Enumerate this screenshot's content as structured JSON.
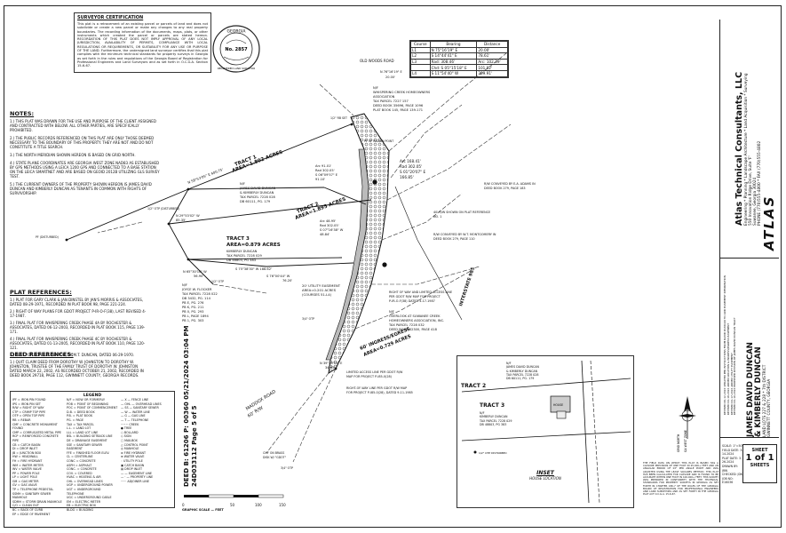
{
  "certificate": {
    "title": "SURVEYOR CERTIFICATION",
    "body": "This plat is a retracement of an existing parcel or parcels of land and does not subdivide or create a new parcel or make any changes to any real property boundaries. The recording information of the documents, maps, plats, or other instruments which created the parcel or parcels are stated hereon. RECORDATION OF THIS PLAT DOES NOT IMPLY APPROVAL OF ANY LOCAL JURISDICTION, AVAILABILITY OF PERMITS, COMPLIANCE WITH LOCAL REGULATIONS OR REQUIREMENTS, OR SUITABILITY FOR ANY USE OR PURPOSE OF THE LAND. Furthermore, the undersigned land surveyor certifies that this plat complies with the minimum technical standards for property surveys in Georgia as set forth in the rules and regulations of the Georgia Board of Registration for Professional Engineers and Land Surveyors and as set forth in O.C.G.A. Section 15-6-67."
  },
  "seal": {
    "top": "GEORGIA",
    "number": "No. 2857",
    "bottom": "REGISTERED LAND SURVEYOR"
  },
  "bearing_table": {
    "headers": [
      "Course",
      "Bearing",
      "Distance"
    ],
    "rows": [
      [
        "L1",
        "N 75°16'19\" E",
        "20.00'"
      ],
      [
        "L2",
        "S 14°44'41\" E",
        "78.61'"
      ],
      [
        "L3",
        "Rad: 308.46'",
        "Arc: 102.39'"
      ],
      [
        "",
        "Chd: S 05°15'18\" E",
        "101.92'"
      ],
      [
        "L4",
        "S 11°54'40\" W",
        "309.91'"
      ]
    ]
  },
  "notes": {
    "title": "NOTES:",
    "items": [
      "1.) THIS PLAT WAS DRAWN FOR THE USE AND PURPOSE OF THE CLIENT ASSIGNED AND CONTRACTED WITH BELOW. ALL OTHER PARTIES, ARE SPECIFICALLY PROHIBITED.",
      "2.) THE PUBLIC RECORDS REFERENCED ON THIS PLAT ARE ONLY THOSE DEEMED NECESSARY TO THE BOUNDARY OF THIS PROPERTY. THEY ARE NOT AND DO NOT CONSTITUTE A TITLE SEARCH.",
      "3.) THE NORTH MERIDIAN SHOWN HEREON IS BASED ON GRID NORTH.",
      "4.) STATE PLANE COORDINATES ARE GEORGIA WEST ZONE NAD83 AS ESTABLISHED BY GPS METHODS USING A LEICA 1200 GPS AND CONNECTED TO A BASE STATION ON THE LEICA SMARTNET AND ARE BASED ON GEOID 2012B UTILIZING GLS SURVEY TEST.",
      "5.) THE CURRENT OWNERS OF THE PROPERTY SHOWN HEREON IS JAMES DAVID DUNCAN AND KIMBERLY DUNCAN AS TENANTS IN COMMON WITH RIGHTS OF SURVIVORSHIP."
    ]
  },
  "plat_refs": {
    "title": "PLAT REFERENCES:",
    "items": [
      "1.) PLAT FOR GARY CLARK & JAN DINSTEL BY JAN'S MORRIS & ASSOCIATES, DATED 08-29-1971, RECORDED IN PLAT BOOK 98, PAGE 221-224.",
      "2.) RIGHT OF WAY PLANS FOR GDOT PROJECT P-IR-O-F(38), LAST REVISED 4-17-1987.",
      "3.) FINAL PLAT FOR WHISPERING CREEK PHASE 4A BY ROCHESTER & ASSOCIATES, DATED 06-12-2003, RECORDED IN PLAT BOOK 115, PAGE 139-171.",
      "4.) FINAL PLAT FOR WHISPERING CREEK PHASE 4C BY ROCHESTER & ASSOCIATES, DATED 01-13-2005, RECORDED IN PLAT BOOK 110, PAGE 120-121.",
      "5.) PLAT FOR DONALD DENTON, BY M.T. DUNCAN, DATED 06-29-1970."
    ]
  },
  "deed_refs": {
    "title": "DEED REFERENCES:",
    "items": [
      "1.) QUIT CLAIM DEED FROM DOROTHY W. JOHNSTON TO DOROTHY W. JOHNSTON, TRUSTEE OF THE FAMILY TRUST OF DOROTHY W. JOHNSTON DATED MARCH 22, 2002, AS RECORDED OCTOBER 21, 2002, RECORDED IN DEED BOOK 29718, PAGE 112, GWINNETT COUNTY, GEORGIA RECORDS."
    ]
  },
  "legend": {
    "title": "LEGEND",
    "col1": [
      "IPF = IRON PIN FOUND",
      "IPS = IRON PIN SET",
      "R/W = RIGHT OF WAY",
      "CTP = CRIMP TOP PIPE",
      "OTP = OPEN TOP PIPE",
      "RB = REBAR",
      "CMF = CONCRETE MONUMENT FOUND",
      "CMP = CORRUGATED METAL PIPE",
      "RCP = REINFORCED CONCRETE PIPE",
      "CB = CATCH BASIN",
      "DI = DROP INLET",
      "JB = JUNCTION BOX",
      "HW = HEADWALL",
      "FH = FIRE HYDRANT",
      "WM = WATER METER",
      "WV = WATER VALVE",
      "PP = POWER POLE",
      "LP = LIGHT POLE",
      "GM = GAS METER",
      "GV = GAS VALVE",
      "TP = TELEPHONE PEDESTAL",
      "SSMH = SANITARY SEWER MANHOLE",
      "SDMH = STORM DRAIN MANHOLE",
      "C/O = CLEAN OUT",
      "BC = BACK OF CURB",
      "EP = EDGE OF PAVEMENT"
    ],
    "col2": [
      "N/F = NOW OR FORMERLY",
      "POB = POINT OF BEGINNING",
      "POC = POINT OF COMMENCEMENT",
      "D.B. = DEED BOOK",
      "P.B. = PLAT BOOK",
      "PG. = PAGE",
      "TAX = TAX PARCEL",
      "L.L. = LAND LOT",
      "LLL = LAND LOT LINE",
      "BSL = BUILDING SETBACK LINE",
      "DE = DRAINAGE EASEMENT",
      "SSE = SANITARY SEWER EASEMENT",
      "FFE = FINISHED FLOOR ELEV.",
      "CL = CENTERLINE",
      "CONC = CONCRETE",
      "ASPH = ASPHALT",
      "CONC. = CONCRETE",
      "COV. = COVERED",
      "HVAC = HEATING & AIR",
      "OHL = OVERHEAD LINES",
      "UGP = UNDERGROUND POWER",
      "UGT = UNDERGROUND TELEPHONE",
      "UGC = UNDERGROUND CABLE",
      "EM = ELECTRIC METER",
      "EB = ELECTRIC BOX",
      "BLDG = BUILDING"
    ],
    "col3": [
      "— X — FENCE LINE",
      "— OHL — OVERHEAD LINES",
      "— SS — SANITARY SEWER",
      "— W — WATER LINE",
      "— G — GAS LINE",
      "— T — TELEPHONE",
      "~~~ CREEK",
      "● TREE",
      "○ BOLLARD",
      "◇ SIGN",
      "□ MAILBOX",
      "△ CONTROL POINT",
      "◎ MANHOLE",
      "⊗ FIRE HYDRANT",
      "⊕ WATER VALVE",
      "◦ UTILITY POLE",
      "▣ CATCH BASIN",
      "▤ DROP INLET",
      "— — EASEMENT LINE",
      "— · — PROPERTY LINE",
      "······ ADJOINER LINE"
    ]
  },
  "scale": {
    "title": "GRAPHIC SCALE — FEET",
    "labels": [
      "0",
      "50",
      "100",
      "150"
    ]
  },
  "deed_stamp": [
    "DEED B: 61206 P: 00360 05/21/2024 03:04 PM",
    "24D033112 Page 5 of 5"
  ],
  "plan": {
    "old_woods_road": "OLD WOODS ROAD",
    "whispering": [
      "N/F",
      "WHISPERING CREEK HOMEOWNERS",
      "ASSOCIATION",
      "TAX PARCEL 7227 157",
      "DEED BOOK 35696, PAGE 1096",
      "PLAT BOOK 145, PAGE 139-171"
    ],
    "tract1": [
      "TRACT 1",
      "AREA=1.802 ACRES"
    ],
    "tract2": [
      "TRACT 2",
      "AREA=1.895 ACRES"
    ],
    "tract3": [
      "TRACT 3",
      "AREA=0.879 ACRES"
    ],
    "duncan": [
      "N/F",
      "JAMES DAVID DUNCAN",
      "& KIMBERLY DUNCAN",
      "TAX PARCEL 7228 028",
      "DB 60111, PG. 179"
    ],
    "kimberly": [
      "N/F",
      "KIMBERLY DUNCAN",
      "TAX PARCEL 7228 029",
      "DB 48803, PG 383"
    ],
    "joyce": [
      "N/F",
      "JOYCE W. FLOCKER",
      "TAX PARCEL 7228 022",
      "DB 3432, PG. 114",
      "PB E, PG. 276",
      "PB K, PG. 211",
      "PB 0, PG. 293",
      "PB L, PAGE 1894",
      "PB 1, PG. 303"
    ],
    "arc1": [
      "Arc 91.01'",
      "Rad 302.05'",
      "S 06°09'57\" E",
      "91.10'"
    ],
    "arc2": [
      "Arc 168.41'",
      "Rad 302.05'",
      "S 01°20'07\" E",
      "166.85'"
    ],
    "arc3": [
      "Arc 48.95'",
      "Rad 302.05'",
      "S 07°16'38\" W",
      "48.84'"
    ],
    "overlook": [
      "N/F",
      "OVERLOOK AT SUWANEE CREEK",
      "HOMEOWNERS ASSOCIATION, INC.",
      "TAX PARCEL 7228 032",
      "DEED BOOK 32300, PAGE 418"
    ],
    "utility": [
      "20' UTILITY EASEMENT",
      "AREA=0.201 ACRES",
      "(COURSES 51-L4)"
    ],
    "ingress": [
      "60' INGRESS/EGRESS",
      "AREA=0.729 ACRES"
    ],
    "interstate": "INTERSTATE 985",
    "maddox": [
      "MADDOX ROAD",
      "60' R/W"
    ],
    "notes_right": [
      "R/W CONVEYED BY E.A. ADAMS IN",
      "DEED BOOK 279, PAGE 183",
      "40' R/W SHOWN ON PLAT REFERENCE",
      "NO. 1",
      "R/W CONVEYED BY W.T. MONTGOMERY IN",
      "DEED BOOK 279, PAGE 110",
      "RIGHT OF WAY AND LIMITED ACCESS LINE",
      "PER GDOT R/W MAP FOR PROJECT",
      "P-IR-O-F(38) DATED 4-17-1987",
      "LIMITED ACCESS LINE PER GDOT R/W",
      "MAP FOR PROJECT P-I85-0(28)",
      "RIGHT-OF-WAY LINE PER GDOT R/W MAP",
      "FOR PROJECT P-I85-0(28), DATED 9-11-1985"
    ],
    "bearings": [
      "N 76°16'19\" E",
      "20.00'",
      "N 58°53'05\" E 400.75'",
      "N 29°53'02\" W",
      "85.35'",
      "S 75°38'30\" W 188.62'",
      "N 65°30'16\" W",
      "56.90'",
      "S 76°00'44\" W",
      "76.20'",
      "N 39°29'13\" E",
      "34.65'"
    ],
    "markers": [
      "1/2\" RB SET",
      "1/2\" RBF",
      "1/2\" RBF",
      "1/2\" OTP (DISTURBED)",
      "PF (DISTURBED)",
      "1/2\" OTP",
      "3/4\" OTP",
      "CMF ON BRASS",
      "DISK W/ \"GDOT\"",
      "3/4\" OTP"
    ],
    "point_of": "PT OF RADIAN POINT"
  },
  "inset": {
    "title": "INSET",
    "subtitle": "HOUSE LOCATION",
    "tract2": "TRACT 2",
    "tract3": "TRACT 3",
    "duncan": [
      "N/F",
      "JAMES DAVID DUNCAN",
      "& KIMBERLY DUNCAN",
      "TAX PARCEL 7228 028",
      "DB 60111, PG. 179"
    ],
    "kimberly": [
      "N/F",
      "KIMBERLY DUNCAN",
      "TAX PARCEL 7228 029",
      "DB 48803, PG 383"
    ],
    "house": "HOUSE",
    "north": "GRID NORTH",
    "north2": "GA WEST ZONE",
    "marker": "1/2\" OTP DISTURBED"
  },
  "note_block": "THE FIELD DATA ON WHICH THIS PLAT IS BASED HAS A CLOSURE PRECISION OF ONE FOOT IN 25,000+ FEET AND AN ANGULAR ERROR OF 03\" PER ANGLE POINT AND WAS ADJUSTED USING THE LEAST SQUARES METHOD. THIS PLAT HAS BEEN CALCULATED FOR CLOSURE AND IS FOUND TO BE ACCURATE WITHIN ONE FOOT IN 100,000+ FEET. THIS SURVEY WAS PREPARED IN CONFORMITY WITH THE TECHNICAL STANDARDS FOR PROPERTY SURVEYS IN GEORGIA AS SET FORTH IN CHAPTER 180-7 OF THE RULES OF THE GEORGIA BOARD OF REGISTRATION FOR PROFESSIONAL ENGINEERS AND LAND SURVEYORS AND AS SET FORTH IN THE GEORGIA PLAT ACT O.C.G.A. 15-6-67.",
  "title_block": {
    "firm": "Atlas Technical Consultants, LLC",
    "services": "Engineering * Planning * Landscape Architecture * Land Acquisition * Surveying",
    "address1": "550 Innovation Ridge Drive, Suite 'F'",
    "address2": "Suwanee, Georgia 30024",
    "phone": "PHONE (770)555-4800 * FAX (770)555-4802",
    "logo": "ATLAS",
    "revisions": [
      "REVISED 06-12-2024 UPDATED PER INSTRUCTIONS FROM DAVID DUNCAN TO ADD EASEMENT INFORMATION",
      "REVISED 04-18-2024 ADDED LOCATION & INGRESS/EGRESS EASEMENT",
      "REVISED 04-17-2024 ADDED UTILITY EASEMENT",
      "REVISED 04-10-2024 PROPOSED DIVISION OF JAMES DAVID DUNCAN TRACT"
    ],
    "project_title": [
      "JAMES DAVID DUNCAN",
      "& KIMBERLY DUNCAN"
    ],
    "location": [
      "LAND LOTS 227 & 228 * 7th DISTRICT",
      "GWINNETT COUNTY, GEORGIA"
    ],
    "sheet": [
      "SHEET",
      "1 of 1",
      "SHEETS"
    ],
    "info": [
      "SCALE: 1\"=50'",
      "FIELD DATE: 3-14-2024",
      "PLAT DATE: 3-26-2024",
      "DRAWN BY: JRW",
      "CHECKED: JDK",
      "JOB NO: E16036"
    ]
  }
}
